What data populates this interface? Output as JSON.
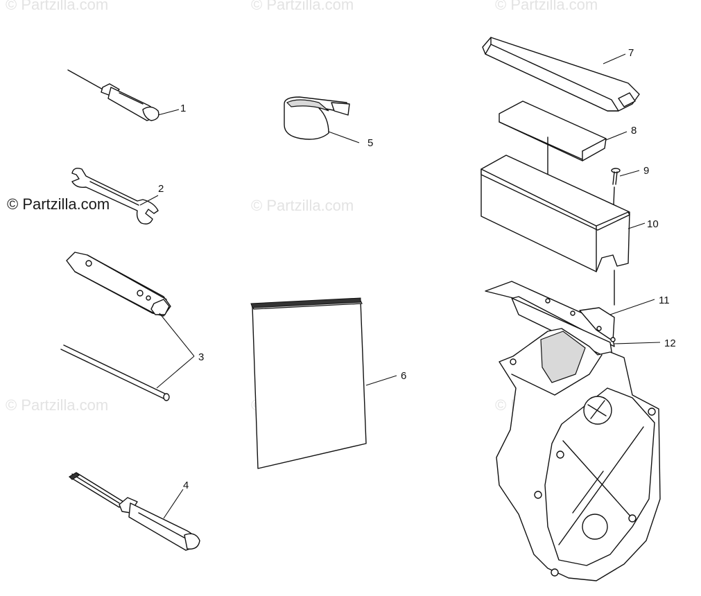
{
  "watermarks": {
    "text": "© Partzilla.com"
  },
  "callouts": [
    {
      "id": "1",
      "label": "1"
    },
    {
      "id": "2",
      "label": "2"
    },
    {
      "id": "3",
      "label": "3"
    },
    {
      "id": "4",
      "label": "4"
    },
    {
      "id": "5",
      "label": "5"
    },
    {
      "id": "6",
      "label": "6"
    },
    {
      "id": "7",
      "label": "7"
    },
    {
      "id": "8",
      "label": "8"
    },
    {
      "id": "9",
      "label": "9"
    },
    {
      "id": "10",
      "label": "10"
    },
    {
      "id": "11",
      "label": "11"
    },
    {
      "id": "12",
      "label": "12"
    }
  ],
  "colors": {
    "line": "#111111",
    "watermark": "#e3e3e3",
    "background": "#ffffff"
  }
}
